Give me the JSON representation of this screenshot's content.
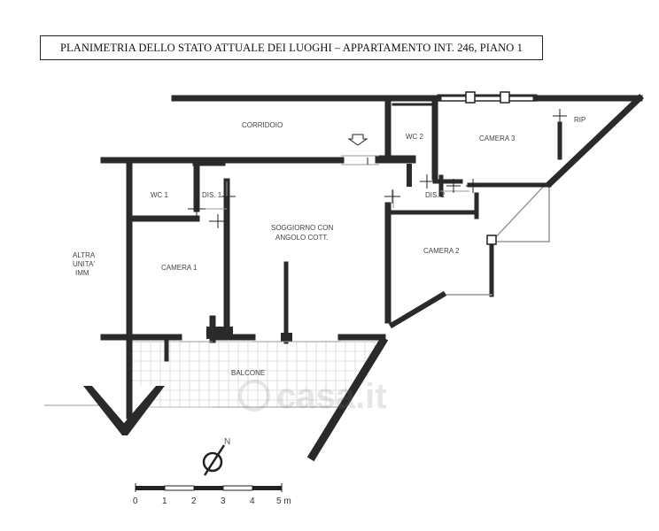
{
  "title": "PLANIMETRIA DELLO STATO ATTUALE DEI LUOGHI – APPARTAMENTO INT. 246, PIANO 1",
  "rooms": {
    "corridoio": "CORRIDOIO",
    "wc2": "WC 2",
    "camera3": "CAMERA 3",
    "rip": "RIP",
    "wc1": "WC 1",
    "dis1": "DIS. 1",
    "dis2": "DIS. 2",
    "soggiorno_line1": "SOGGIORNO CON",
    "soggiorno_line2": "ANGOLO COTT.",
    "camera2": "CAMERA 2",
    "camera1": "CAMERA 1",
    "altra_line1": "ALTRA",
    "altra_line2": "UNITA'",
    "altra_line3": "IMM",
    "balcone": "BALCONE"
  },
  "north": "N",
  "scale": {
    "ticks": [
      "0",
      "1",
      "2",
      "3",
      "4",
      "5 m"
    ]
  },
  "watermark": "casa.it"
}
